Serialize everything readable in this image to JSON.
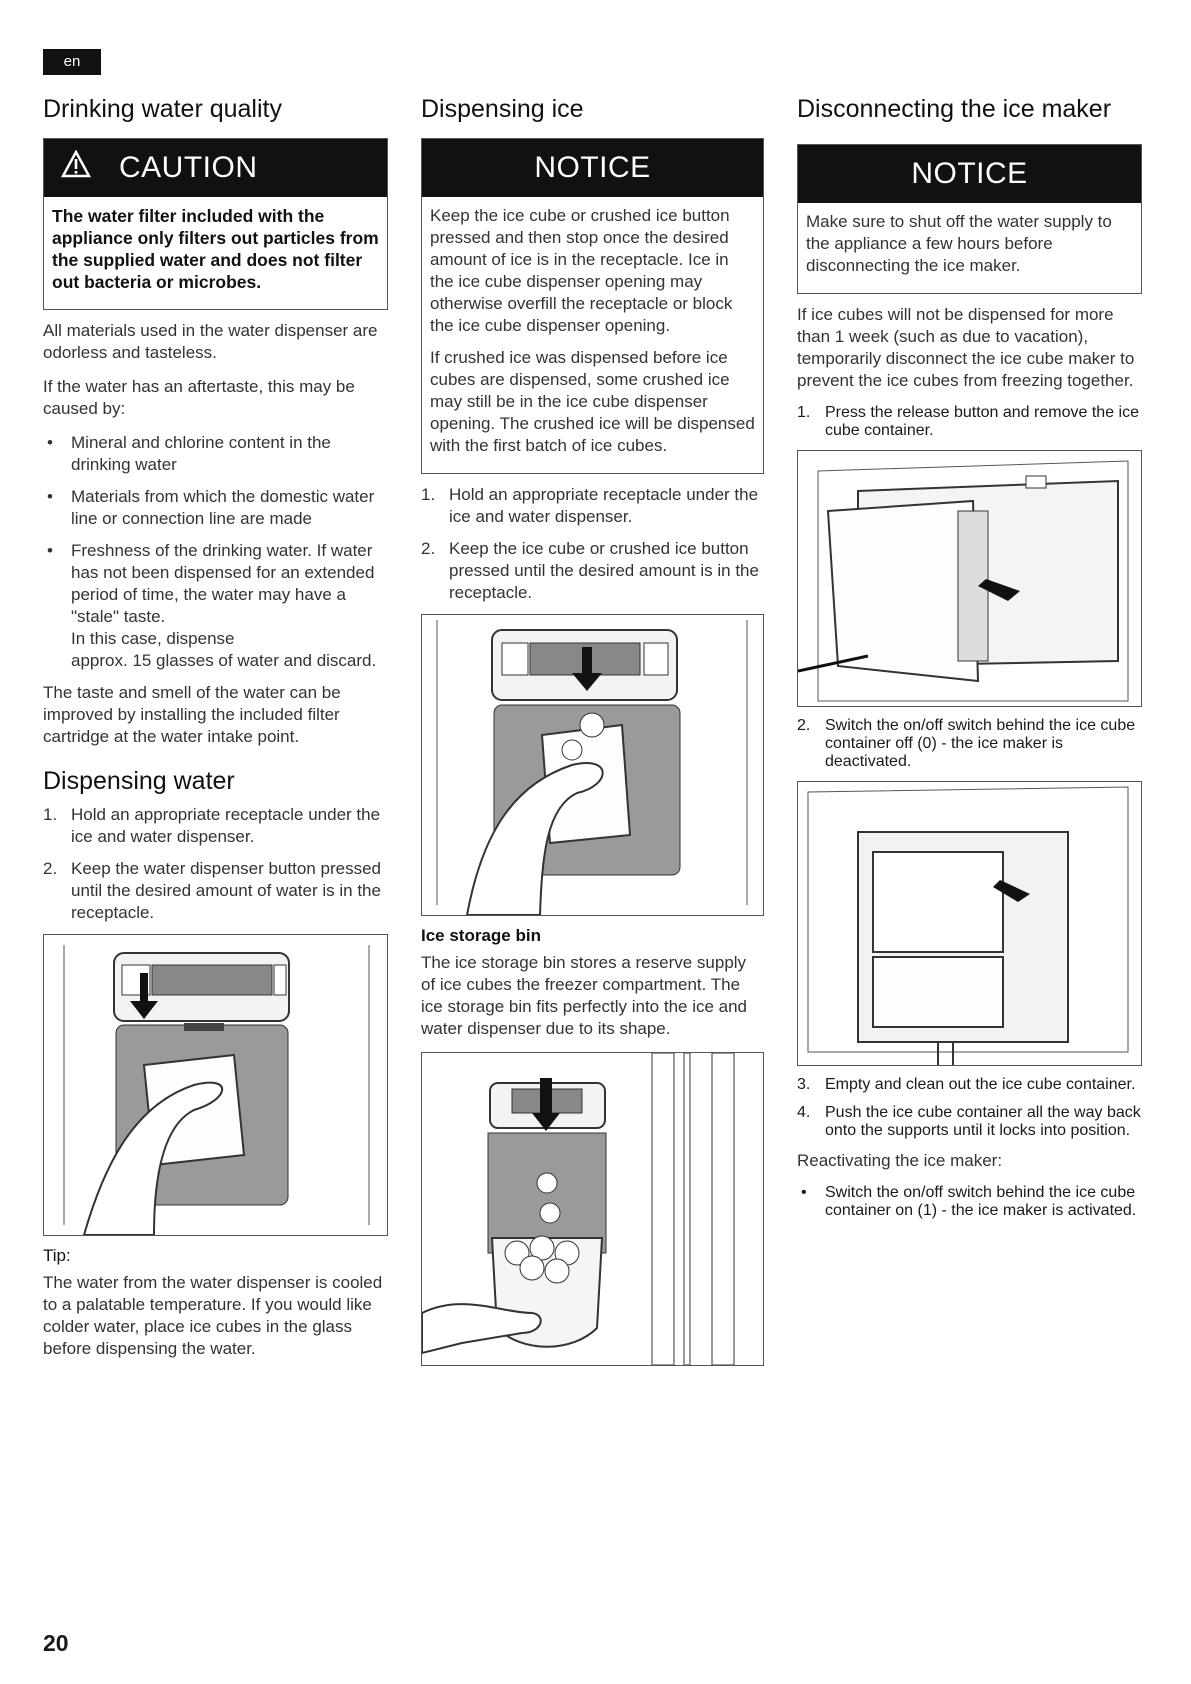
{
  "lang": "en",
  "page_number": "20",
  "col1": {
    "title": "Drinking water quality",
    "caution_head": "CAUTION",
    "caution_text": "The water filter included with the appliance only filters out particles from the supplied water and does not filter out bacteria or microbes.",
    "p1": "All materials used in the water dispenser are odorless and tasteless.",
    "p2": "If the water has an aftertaste, this may be caused by:",
    "bullets": [
      "Mineral and chlorine content in the drinking water",
      "Materials from which the domestic water line or connection line are made",
      "Freshness of the drinking water. If water has not been dispensed for an extended period of time, the water may have a \"stale\" taste.\nIn this case, dispense\napprox. 15 glasses of water and discard."
    ],
    "p3": "The taste and smell of the water can be improved by installing the included filter cartridge at the water intake point.",
    "water_title": "Dispensing water",
    "water_steps": [
      "Hold an appropriate receptacle under the ice and water dispenser.",
      "Keep the water dispenser button pressed until the desired amount of water is in the receptacle."
    ],
    "tip_label": "Tip:",
    "tip_text": "The water from the water dispenser is cooled to a palatable temperature. If you would like colder water, place ice cubes in the glass before dispensing the water."
  },
  "col2": {
    "title": "Dispensing ice",
    "notice_head": "NOTICE",
    "notice_p1": "Keep the ice cube or crushed ice button pressed and then stop once the desired amount of ice is in the receptacle. Ice in the ice cube dispenser opening may otherwise overfill the receptacle or block the ice cube dispenser opening.",
    "notice_p2": "If crushed ice was dispensed before ice cubes are dispensed, some crushed ice may still be in the ice cube dispenser opening. The crushed ice will be dispensed with the first batch of ice cubes.",
    "steps": [
      "Hold an appropriate receptacle under the ice and water dispenser.",
      "Keep the ice cube or crushed ice button pressed until the desired amount is in the receptacle."
    ],
    "bin_title": "Ice storage bin",
    "bin_text": "The ice storage bin stores a reserve supply of ice cubes the freezer compartment. The ice storage bin fits perfectly into the ice and water dispenser due to its shape."
  },
  "col3": {
    "title": "Disconnecting the ice maker",
    "notice_head": "NOTICE",
    "notice_text": "Make sure to shut off the water supply to the appliance a few hours before disconnecting the ice maker.",
    "p1": "If ice cubes will not be dispensed for more than 1 week (such as due to vacation), temporarily disconnect the ice cube maker to prevent the ice cubes from freezing together.",
    "step1": "Press the release button and remove the ice cube container.",
    "step2": "Switch the on/off switch behind the ice cube container off (0) - the ice maker is deactivated.",
    "step3": "Empty and clean out the ice cube container.",
    "step4": "Push the ice cube container all the way back onto the supports until it locks into position.",
    "reactivate": "Reactivating the ice maker:",
    "reactivate_bullet": "Switch the on/off switch behind the ice cube container on (1) - the ice maker is activated."
  }
}
